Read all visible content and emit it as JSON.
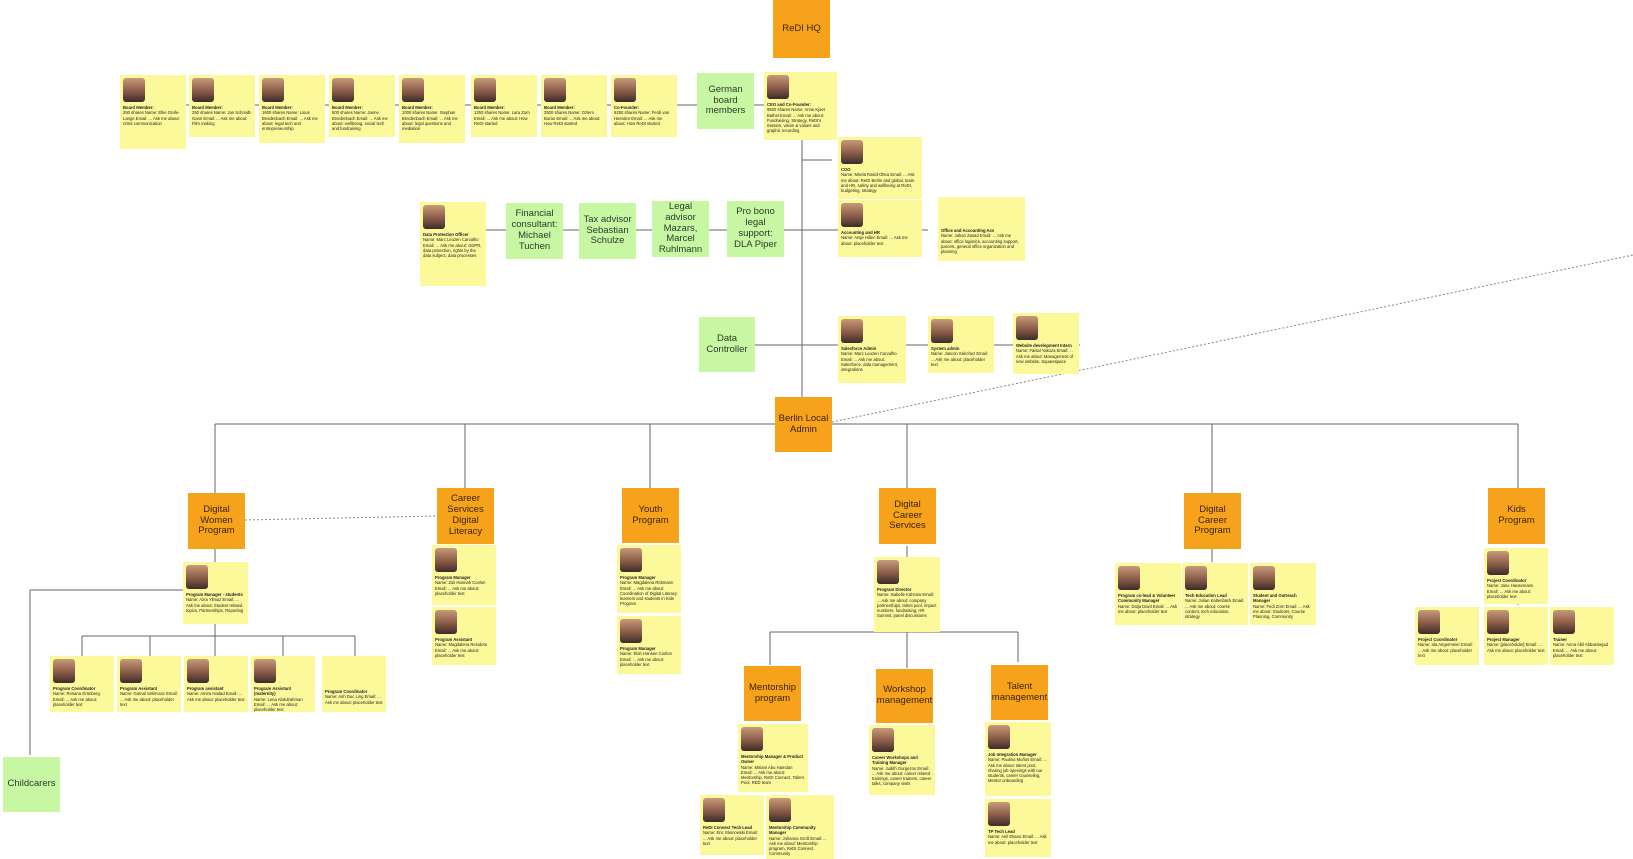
{
  "nodes": {
    "redi_hq": "ReDI HQ",
    "german_board": "German board members",
    "financial": "Financial consultant: Michael Tuchen",
    "tax": "Tax advisor Sebastian Schulze",
    "legal": "Legal advisor Mazars, Marcel Ruhlmann",
    "probono": "Pro bono legal support: DLA Piper",
    "data_controller": "Data Controller",
    "berlin_admin": "Berlin Local Admin",
    "dwp": "Digital Women Program",
    "csdl": "Career Services Digital Literacy",
    "youth": "Youth Program",
    "dcs": "Digital Career Services",
    "dcp": "Digital Career Program",
    "kids": "Kids Program",
    "mentorship": "Mentorship program",
    "workshop": "Workshop management",
    "talent": "Talent management",
    "childcarers": "Childcarers"
  },
  "board_cards": [
    {
      "role": "Board Member:",
      "detail": "250 shares Name: Elke Grafe-Lange Email: ... Ask me about: crisis communication"
    },
    {
      "role": "Board Member:",
      "detail": "250 shares Name: Jan Schmidt-Gann Email: ... Ask me about: Film making"
    },
    {
      "role": "Board Member:",
      "detail": "1600 shares Name: Linus Breidenbach Email: ... Ask me about: legal tech and entrepreneurship"
    },
    {
      "role": "Board Member:",
      "detail": "500 shares Name: Janne Breidenbach Email: ... Ask me about: wellbeing, social tech and fundraising"
    },
    {
      "role": "Board Member:",
      "detail": "1000 shares Name: Stephan Breidenbach Email: ... Ask me about: legal questions and mediation"
    },
    {
      "role": "Board Member:",
      "detail": "1250 shares Name: Lara Zorn Email: ... Ask me about: How ReDI started"
    },
    {
      "role": "Board Member:",
      "detail": "2500 shares Name: Ozlem Buran Email: ... Ask me about: How ReDI started"
    },
    {
      "role": "Co-Founder:",
      "detail": "6250 shares Name: Ferdi van Heerden Email: ... Ask me about: How ReDI started"
    }
  ],
  "ceo_card": {
    "role": "CEO and Co-Founder:",
    "detail": "9500 shares Name: Anne Kjaer Bathel Email: ... Ask me about: Fundraising, Strategy, ReDI's mission, vision & values and graphic recording"
  },
  "coo_card": {
    "role": "COO",
    "detail": "Name: Mirela Rasid-Oltea Email: ... Ask me about: ReDI Berlin and global, team and HR, safety and wellbeing at ReDI, budgeting, strategy"
  },
  "accounting_card": {
    "role": "Accounting and HR",
    "detail": "Name: Antje Hillen Email: ... Ask me about: placeholder text"
  },
  "office_card": {
    "role": "Office and Accounting Ass",
    "detail": "Name: Jahan Zasad Email: ... Ask me about: office logistics, accounting support, parcels, general office organization and planning"
  },
  "dpo_card": {
    "role": "Data Protection Officer",
    "detail": "Name: Marc Leuzen Carvalho Email: ... Ask me about: GDPR, data protection, rights by the data subject, data processes"
  },
  "it_cards": [
    {
      "role": "Salesforce Admin",
      "detail": "Name: Marc Leuzen Carvalho Email: ... Ask me about: Salesforce, data management, integrations"
    },
    {
      "role": "System admin",
      "detail": "Name: Jascon Sánchez Email: ... Ask me about: placeholder text"
    },
    {
      "role": "Website development Intern",
      "detail": "Name: Faisal Yakuza Email: ... Ask me about: Management of new website, Squarespace"
    }
  ],
  "dwp_manager": {
    "role": "Program Manager - students",
    "detail": "Name: Azra Yilmaz Email: ... Ask me about: Student related topics, Partnerships, Reporting"
  },
  "dwp_staff": [
    {
      "role": "Program Coordinator",
      "detail": "Name: Rosana Grünberg Email: ... Ask me about: placeholder text"
    },
    {
      "role": "Program Assistant",
      "detail": "Name: Gamal Selimovic Email: ... Ask me about: placeholder text"
    },
    {
      "role": "Program assistant",
      "detail": "Name: Amira Hadad Email: ... Ask me about: placeholder text"
    },
    {
      "role": "Program Assistant (maternity)",
      "detail": "Name: Lena Abdulrahman Email: ... Ask me about: placeholder text"
    },
    {
      "role": "Program Coordinator",
      "detail": "Name: Anh Duc Ling Email: ... Ask me about: placeholder text"
    }
  ],
  "csdl_staff": [
    {
      "role": "Program Manager",
      "detail": "Name: Zuli Hannah Conlon Email: ... Ask me about: placeholder text"
    },
    {
      "role": "Program Assistant",
      "detail": "Name: Magdalena Reinders Email: ... Ask me about: placeholder text"
    }
  ],
  "youth_staff": [
    {
      "role": "Program Manager",
      "detail": "Name: Magdalena Rösmann Email: ... Ask me about: Coordination of Digital Literacy learners and students in Kids Program"
    },
    {
      "role": "Program Manager",
      "detail": "Name: Elah Hansen Conlon Email: ... Ask me about: placeholder text"
    }
  ],
  "dcs_director": {
    "role": "Program Director",
    "detail": "Name: Isabelle Kühnow Email: ... Ask me about: company partnerships, talent pool, impact numbers, fundraising, HR Summit, panel discussions"
  },
  "dcp_staff": [
    {
      "role": "Program co-lead & Volunteer Community Manager",
      "detail": "Name: Dalja Davit Email: ... Ask me about: placeholder text"
    },
    {
      "role": "Tech Education Lead",
      "detail": "Name: Julian Kaltenbäck Email: ... Ask me about: course content, tech education, strategy"
    },
    {
      "role": "Student and Outreach Manager",
      "detail": "Name: Fedi Zorn Email: ... Ask me about: Students, Course Planning, Community"
    }
  ],
  "kids_staff": [
    {
      "role": "Project Coordinator",
      "detail": "Name: Jane Hausemann Email: ... Ask me about: placeholder text"
    },
    {
      "role": "Project Coordinator",
      "detail": "Name: Ida Angermeier Email: ... Ask me about: placeholder text"
    },
    {
      "role": "Project Manager",
      "detail": "Name: [placeholder] Email: ... Ask me about: placeholder text"
    },
    {
      "role": "Trainer",
      "detail": "Name: Anna Abil Abbasinejad Email: ... Ask me about: placeholder text"
    }
  ],
  "mentorship_staff": [
    {
      "role": "Mentorship Manager & Product Owner",
      "detail": "Name: Miriam Abu Hamdan Email: ... Ask me about: Mentorship, ReDI Connect, Talent Pool, RED team"
    },
    {
      "role": "ReDI Connect Tech Lead",
      "detail": "Name: Eric Steinowski Email: ... Ask me about: placeholder text"
    },
    {
      "role": "Mentorship Community Manager",
      "detail": "Name: Johanna Groß Email: ... Ask me about: Mentorship program, ReDI Connect, Community"
    }
  ],
  "workshop_staff": {
    "role": "Career Workshops and Training Manager",
    "detail": "Name: Judith Gurgezon Email: ... Ask me about: career related trainings, career trainers, career talks, company visits"
  },
  "talent_staff": [
    {
      "role": "Job Integration Manager",
      "detail": "Name: Paulina Muños Email: ... Ask me about: talent pool, sharing job openings with our students, career counseling, Mentor onboarding"
    },
    {
      "role": "TP Tech Lead",
      "detail": "Name: Anil Ekanu Email: ... Ask me about: placeholder text"
    }
  ]
}
